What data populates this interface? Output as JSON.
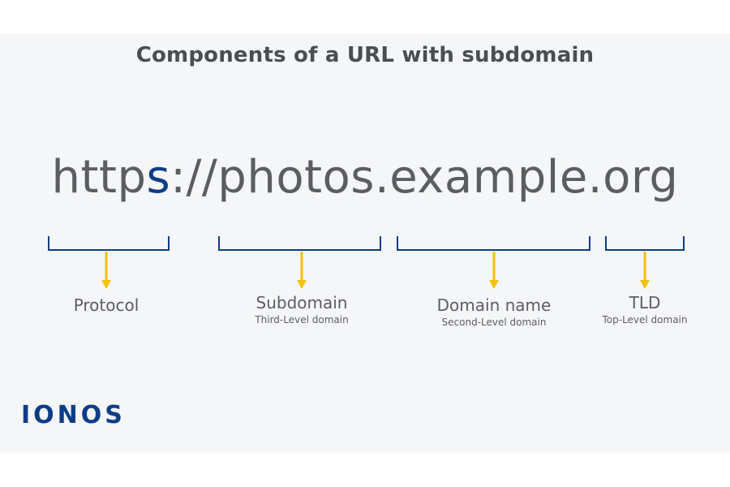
{
  "title": "Components of a URL with subdomain",
  "url": {
    "part1": "http",
    "accent": "s",
    "part2": "://photos.example.org"
  },
  "components": [
    {
      "label": "Protocol",
      "sublabel": ""
    },
    {
      "label": "Subdomain",
      "sublabel": "Third-Level domain"
    },
    {
      "label": "Domain name",
      "sublabel": "Second-Level domain"
    },
    {
      "label": "TLD",
      "sublabel": "Top-Level domain"
    }
  ],
  "logo": "IONOS",
  "colors": {
    "bracket": "#0b3d87",
    "arrow": "#f4c20d",
    "text": "#5b5d61",
    "accent": "#0b3d87"
  }
}
